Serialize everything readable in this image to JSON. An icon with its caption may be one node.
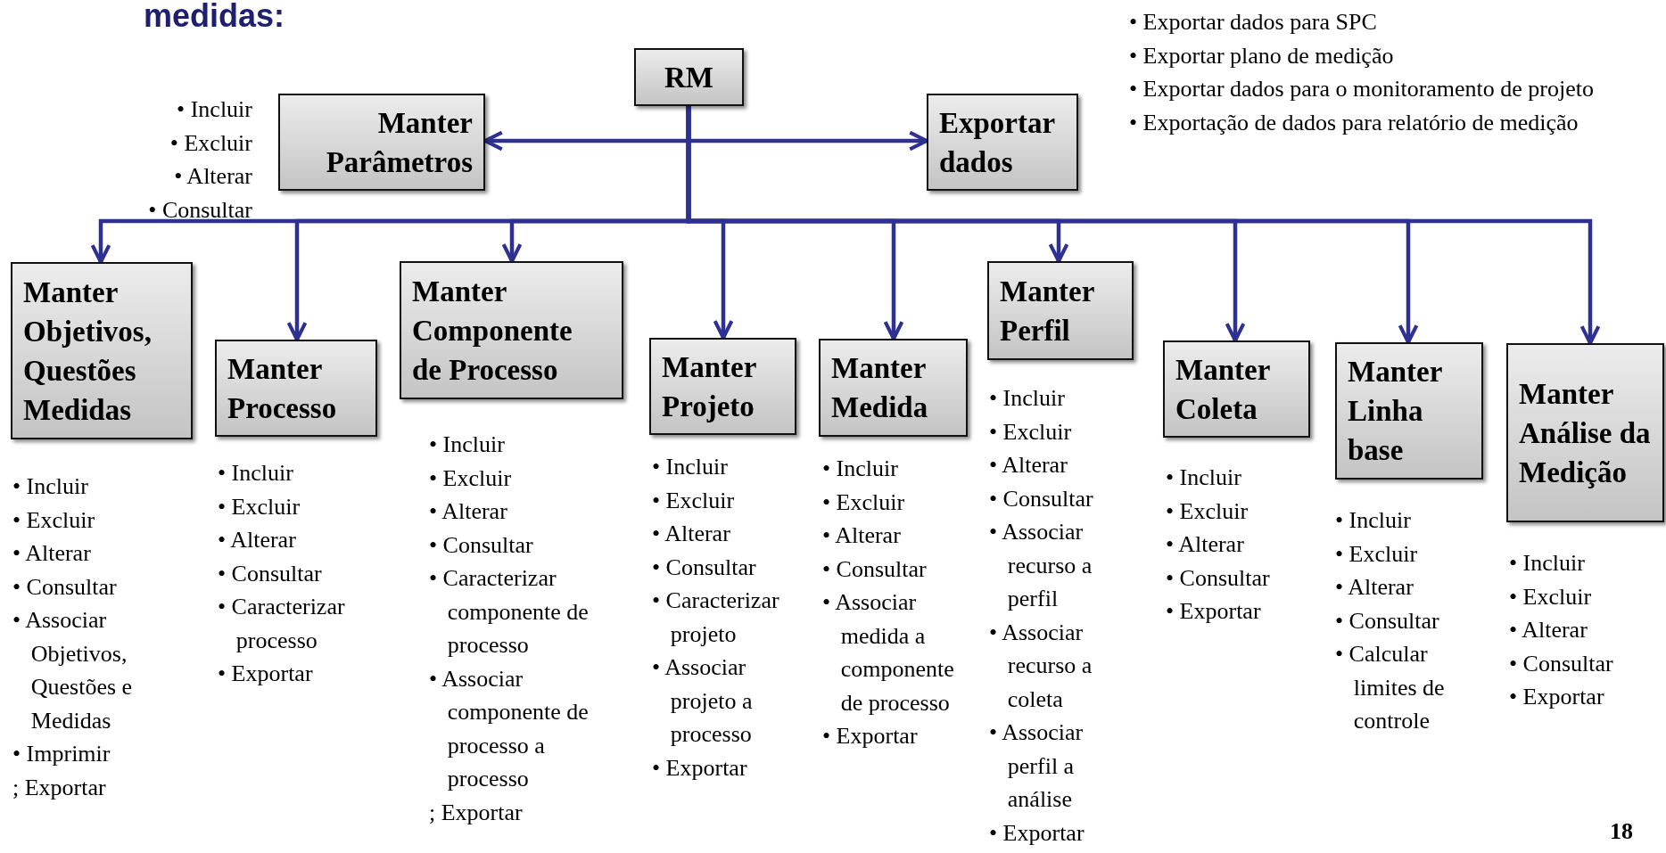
{
  "diagram": {
    "title": "medidas:",
    "nodes": [
      {
        "text": [
          "RM"
        ]
      },
      {
        "text": [
          "Manter Parâmetros"
        ],
        "beside": [
          "• Incluir",
          "• Excluir",
          "• Alterar",
          "• Consultar"
        ]
      },
      {
        "text": [
          "Exportar dados"
        ],
        "beside": [
          "• Exportar dados para SPC",
          "• Exportar plano de medição",
          "• Exportar dados para o monitoramento de projeto",
          "• Exportação de dados para relatório de medição"
        ]
      },
      {
        "text": [
          "Manter Objetivos, Questões Medidas"
        ],
        "beside": [
          "• Incluir",
          "• Excluir",
          "• Alterar",
          "• Consultar",
          "• Associar Objetivos, Questões e Medidas",
          "• Imprimir",
          "; Exportar"
        ]
      },
      {
        "text": [
          "Manter Processo"
        ],
        "beside": [
          "• Incluir",
          "• Excluir",
          "• Alterar",
          "• Consultar",
          "• Caracterizar processo",
          "• Exportar"
        ]
      },
      {
        "text": [
          "Manter Componente de Processo"
        ],
        "beside": [
          "• Incluir",
          "• Excluir",
          "• Alterar",
          "• Consultar",
          "• Caracterizar componente de processo",
          "• Associar componente de processo a processo",
          "; Exportar"
        ]
      },
      {
        "text": [
          "Manter Projeto"
        ],
        "beside": [
          "• Incluir",
          "• Excluir",
          "• Alterar",
          "• Consultar",
          "• Caracterizar projeto",
          "• Associar projeto a processo",
          "• Exportar"
        ]
      },
      {
        "text": [
          "Manter Medida"
        ],
        "beside": [
          "• Incluir",
          "• Excluir",
          "• Alterar",
          "• Consultar",
          "• Associar medida a componente de processo",
          "• Exportar"
        ]
      },
      {
        "text": [
          "Manter Perfil"
        ],
        "beside": [
          "• Incluir",
          "• Excluir",
          "• Alterar",
          "• Consultar",
          "• Associar recurso a perfil",
          "• Associar recurso a coleta",
          "• Associar perfil a análise",
          "• Exportar"
        ]
      },
      {
        "text": [
          "Manter Coleta"
        ],
        "beside": [
          "• Incluir",
          "• Excluir",
          "• Alterar",
          "• Consultar",
          "• Exportar"
        ]
      },
      {
        "text": [
          "Manter Linha base"
        ],
        "beside": [
          "• Incluir",
          "• Excluir",
          "• Alterar",
          "• Consultar",
          "• Calcular limites de controle"
        ]
      },
      {
        "text": [
          "Manter Análise da Medição"
        ],
        "beside": [
          "• Incluir",
          "• Excluir",
          "• Alterar",
          "• Consultar",
          "• Exportar"
        ]
      }
    ],
    "edges": [
      {
        "from": 0,
        "to": 1,
        "arrow": "to"
      },
      {
        "from": 0,
        "to": 2,
        "arrow": "to"
      },
      {
        "from": 0,
        "to": 3,
        "arrow": "to"
      },
      {
        "from": 0,
        "to": 4,
        "arrow": "to"
      },
      {
        "from": 0,
        "to": 5,
        "arrow": "to"
      },
      {
        "from": 0,
        "to": 6,
        "arrow": "to"
      },
      {
        "from": 0,
        "to": 7,
        "arrow": "to"
      },
      {
        "from": 0,
        "to": 8,
        "arrow": "to"
      },
      {
        "from": 0,
        "to": 9,
        "arrow": "to"
      },
      {
        "from": 0,
        "to": 10,
        "arrow": "to"
      },
      {
        "from": 0,
        "to": 11,
        "arrow": "to"
      }
    ],
    "labels": [
      "18"
    ]
  }
}
